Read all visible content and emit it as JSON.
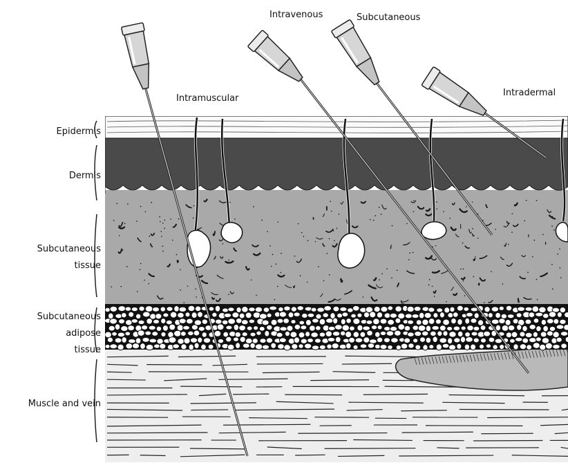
{
  "layers": {
    "epidermis": "Epidermis",
    "dermis": "Dermis",
    "subcutaneous_tissue": [
      "Subcutaneous",
      "tissue"
    ],
    "adipose": [
      "Subcutaneous",
      "adipose",
      "tissue"
    ],
    "muscle": "Muscle and vein"
  },
  "injections": {
    "intramuscular": "Intramuscular",
    "intravenous": "Intravenous",
    "subcutaneous": "Subcutaneous",
    "intradermal": "Intradermal"
  }
}
